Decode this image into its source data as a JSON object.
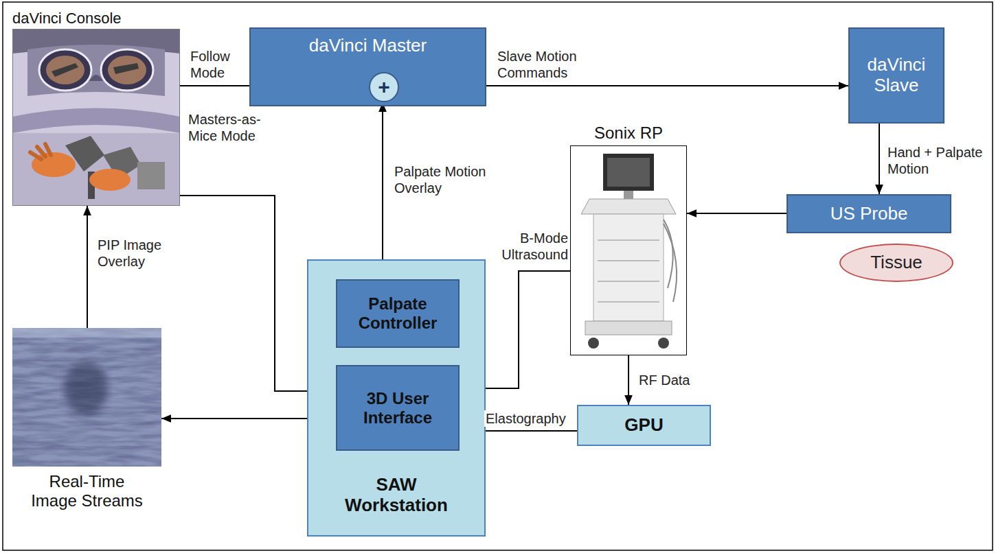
{
  "diagram": {
    "nodes": [
      {
        "text": [
          "daVinci Console"
        ]
      },
      {
        "text": [
          "daVinci Master"
        ]
      },
      {
        "text": [
          "+"
        ],
        "in": 1
      },
      {
        "text": [
          "daVinci Slave"
        ]
      },
      {
        "text": [
          "Sonix RP"
        ]
      },
      {
        "text": [
          "US Probe"
        ]
      },
      {
        "text": [
          "Tissue"
        ]
      },
      {
        "text": [
          "SAW Workstation"
        ]
      },
      {
        "text": [
          "Palpate Controller"
        ],
        "in": 7
      },
      {
        "text": [
          "3D User Interface"
        ],
        "in": 7
      },
      {
        "text": [
          "GPU"
        ]
      },
      {
        "text": [
          "Real-Time Image Streams"
        ]
      }
    ],
    "edges": [
      {
        "from": 0,
        "to": 2,
        "label": "Follow Mode",
        "arrow": "to"
      },
      {
        "from": 2,
        "to": 3,
        "label": "Slave Motion Commands",
        "arrow": "to"
      },
      {
        "from": 8,
        "to": 2,
        "label": "Palpate Motion Overlay",
        "arrow": "to"
      },
      {
        "from": 3,
        "to": 5,
        "label": "Hand + Palpate Motion",
        "arrow": "to"
      },
      {
        "from": 5,
        "to": 4,
        "arrow": "to"
      },
      {
        "from": 4,
        "to": 9,
        "label": "B-Mode Ultrasound",
        "arrow": "to"
      },
      {
        "from": 4,
        "to": 10,
        "label": "RF Data",
        "arrow": "to"
      },
      {
        "from": 10,
        "to": 9,
        "label": "Elastography",
        "arrow": "to"
      },
      {
        "from": 0,
        "to": 9,
        "label": "Masters-as-Mice Mode",
        "arrow": "to"
      },
      {
        "from": 9,
        "to": 11,
        "arrow": "to"
      },
      {
        "from": 11,
        "to": 0,
        "label": "PIP Image Overlay",
        "arrow": "to"
      }
    ]
  }
}
